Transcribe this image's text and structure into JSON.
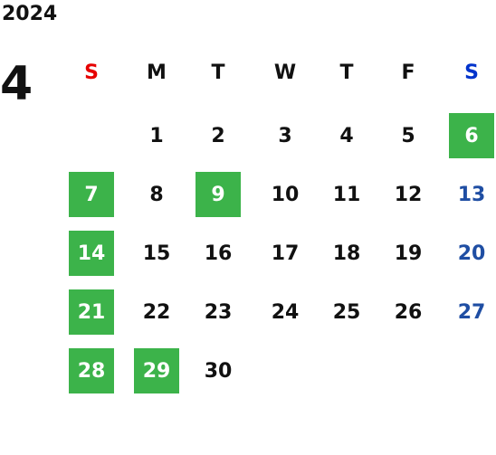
{
  "year": "2024",
  "month": "4",
  "weekdays": [
    "S",
    "M",
    "T",
    "W",
    "T",
    "F",
    "S"
  ],
  "colors": {
    "sunday_header": "#e60000",
    "saturday_header": "#0033cc",
    "saturday_day": "#1f4ea3",
    "holiday_bg": "#3cb34a",
    "holiday_text": "#ffffff"
  },
  "weeks": [
    [
      {
        "d": ""
      },
      {
        "d": "1"
      },
      {
        "d": "2"
      },
      {
        "d": "3"
      },
      {
        "d": "4"
      },
      {
        "d": "5"
      },
      {
        "d": "6",
        "h": true
      }
    ],
    [
      {
        "d": "7",
        "h": true
      },
      {
        "d": "8"
      },
      {
        "d": "9",
        "h": true
      },
      {
        "d": "10"
      },
      {
        "d": "11"
      },
      {
        "d": "12"
      },
      {
        "d": "13"
      }
    ],
    [
      {
        "d": "14",
        "h": true
      },
      {
        "d": "15"
      },
      {
        "d": "16"
      },
      {
        "d": "17"
      },
      {
        "d": "18"
      },
      {
        "d": "19"
      },
      {
        "d": "20"
      }
    ],
    [
      {
        "d": "21",
        "h": true
      },
      {
        "d": "22"
      },
      {
        "d": "23"
      },
      {
        "d": "24"
      },
      {
        "d": "25"
      },
      {
        "d": "26"
      },
      {
        "d": "27"
      }
    ],
    [
      {
        "d": "28",
        "h": true
      },
      {
        "d": "29",
        "h": true
      },
      {
        "d": "30"
      },
      {
        "d": ""
      },
      {
        "d": ""
      },
      {
        "d": ""
      },
      {
        "d": ""
      }
    ]
  ]
}
